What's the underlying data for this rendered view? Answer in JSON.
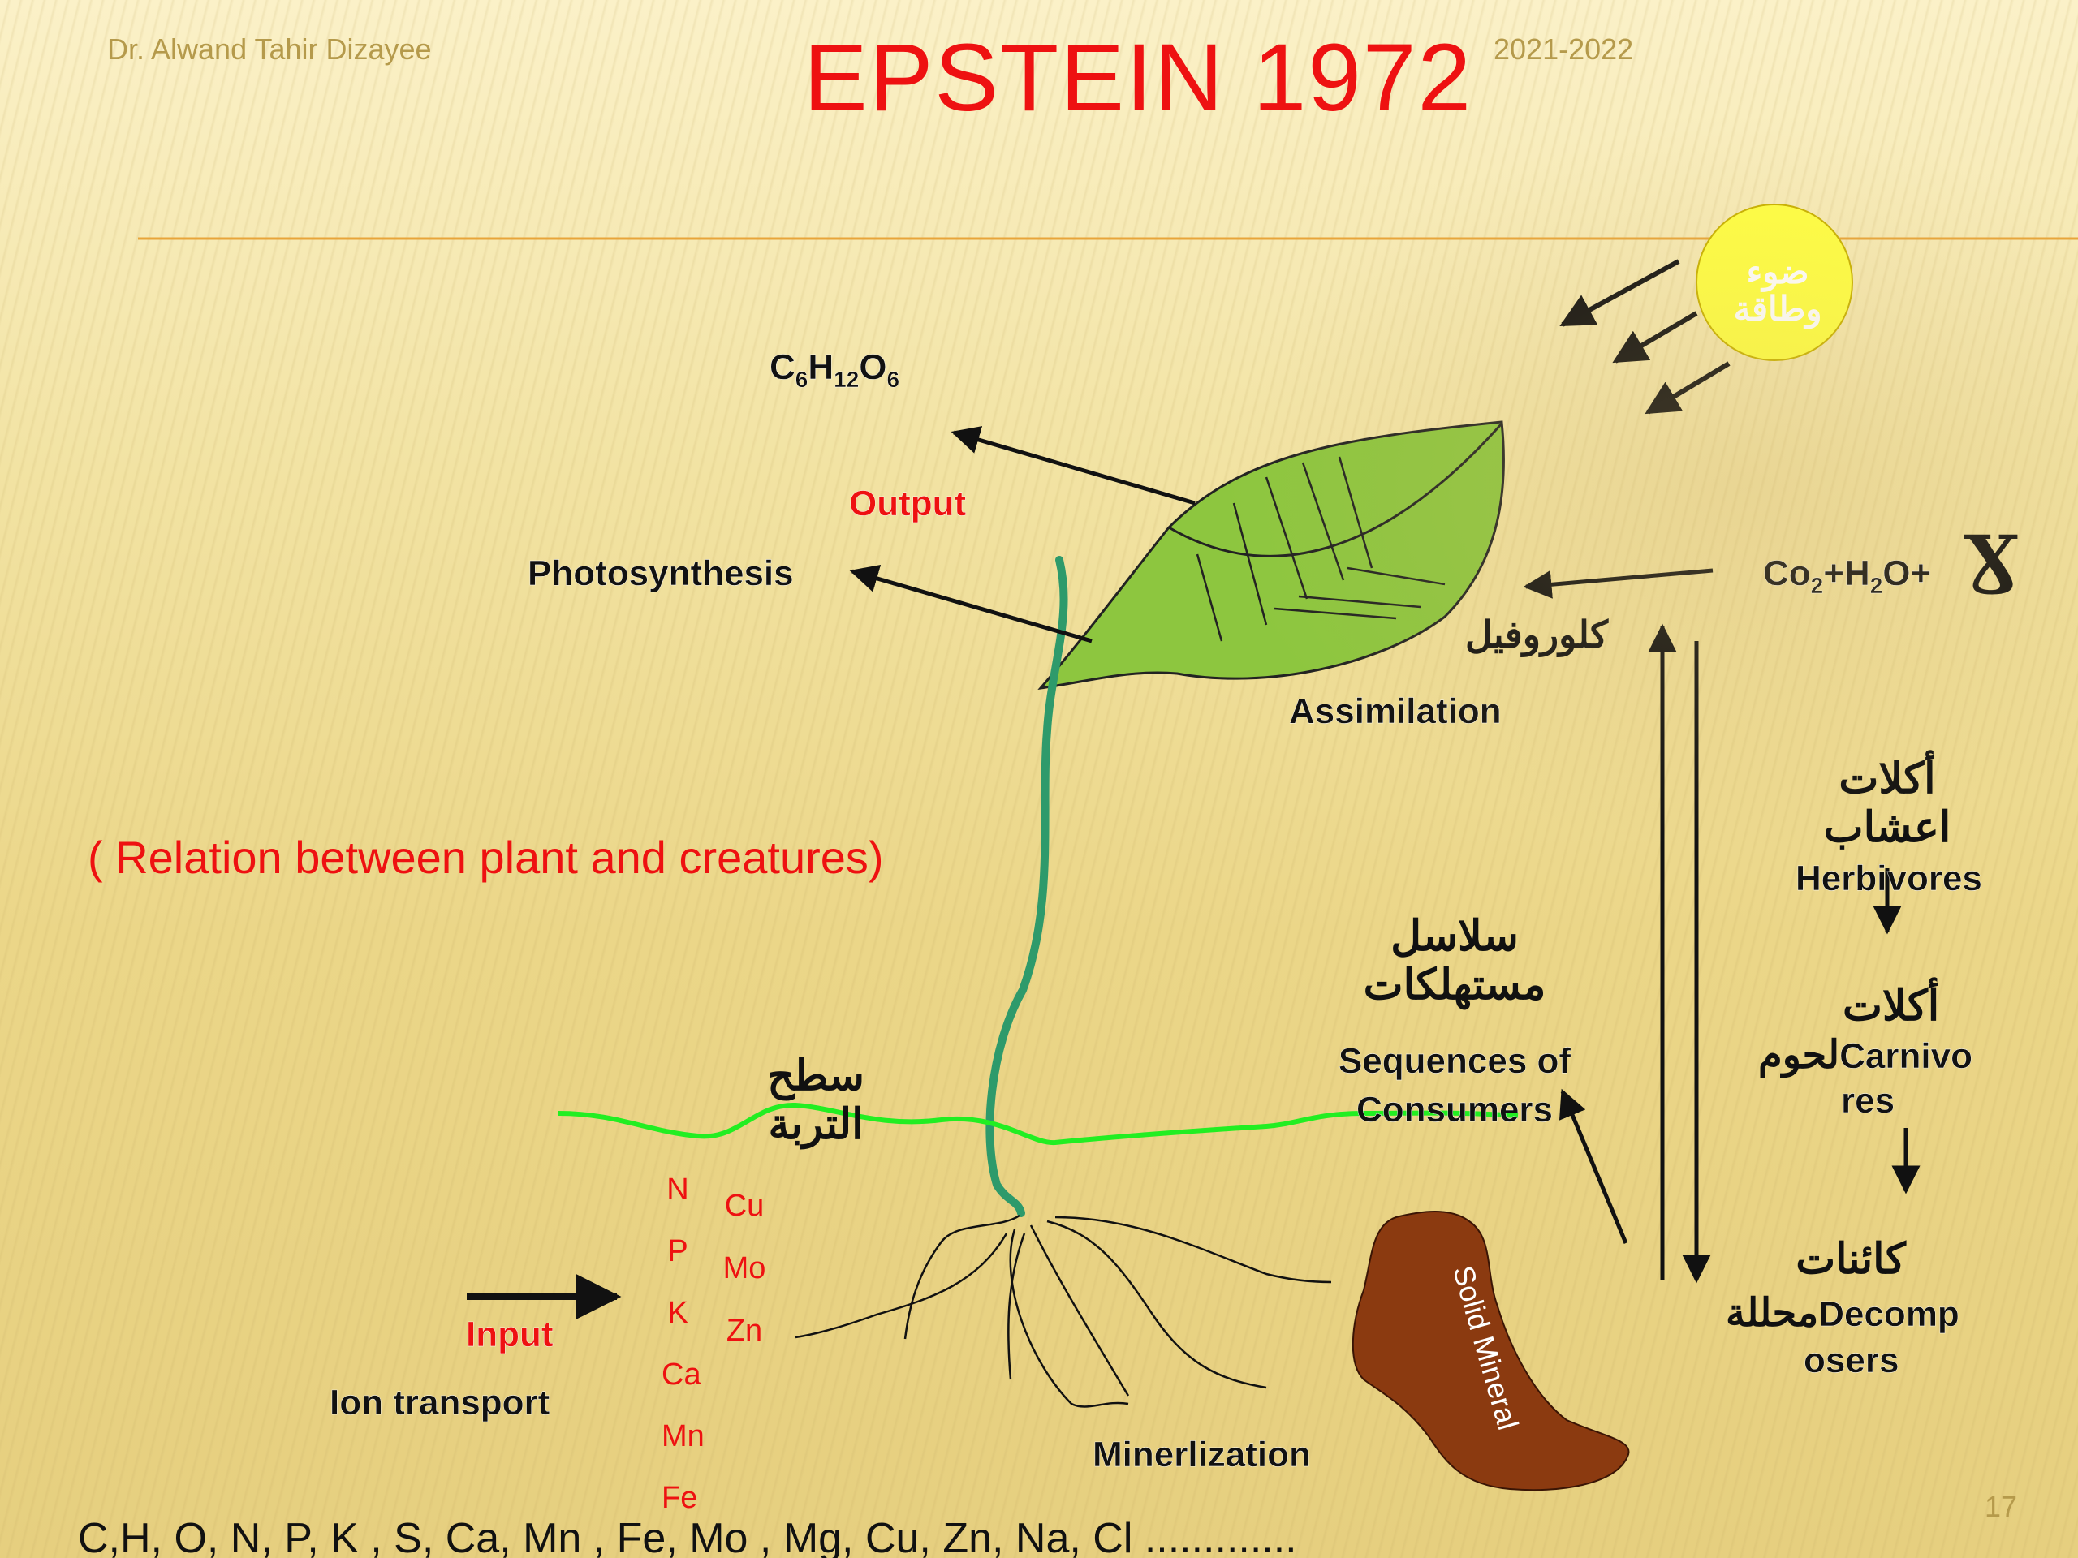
{
  "header": {
    "author": "Dr. Alwand Tahir Dizayee",
    "title": "EPSTEIN  1972",
    "years": "2021-2022"
  },
  "footer": {
    "page_number": "17",
    "element_list": "C,H, O, N, P, K , S, Ca, Mn , Fe, Mo , Mg, Cu, Zn, Na, Cl ............."
  },
  "diagram": {
    "sun_label": "ضوء وطاقة",
    "gamma_symbol": "Ɣ",
    "glucose": {
      "base": [
        "C",
        "H",
        "O"
      ],
      "subs": [
        "6",
        "12",
        "6"
      ]
    },
    "reactants": {
      "co": "Co",
      "co_sub": "2",
      "plus_h": "+H",
      "h_sub": "2",
      "o_plus": "O+"
    },
    "output": "Output",
    "photosynthesis": "Photosynthesis",
    "chlorophyll_ar": "كلوروفيل",
    "assimilation": "Assimilation",
    "relation_caption": "( Relation between plant and  creatures)",
    "herbivores_ar": "أكلات\nاعشاب",
    "herbivores": "Herbivores",
    "consumer_chain_ar": "سلاسل\nمستهلكات",
    "sequences": "Sequences of\nConsumers",
    "carnivores_ar": "أكلات",
    "carnivores_line2_ar": "لحوم",
    "carnivores_line2": "Carnivo",
    "carnivores_line3": "res",
    "soil_surface_ar": "سطح\nالتربة",
    "decomposers_ar": "كائنات",
    "decomposers_line2_ar": "محللة",
    "decomposers_line2": "Decomp",
    "decomposers_line3": "osers",
    "input": "Input",
    "ion_transport": "Ion transport",
    "solid_mineral": "Solid Mineral",
    "minerlization": "Minerlization",
    "nutrients_col1": [
      "N",
      "P",
      "K",
      "Ca",
      "Mn",
      "Fe"
    ],
    "nutrients_col2": [
      "Cu",
      "Mo",
      "Zn"
    ]
  },
  "colors": {
    "title": "#ee1111",
    "muted": "#b59a4b",
    "leaf": "#8dc63f",
    "stem": "#2e9a6b",
    "soil_line": "#22ee22",
    "sun": "#ffff44",
    "mineral": "#8b3a10"
  }
}
